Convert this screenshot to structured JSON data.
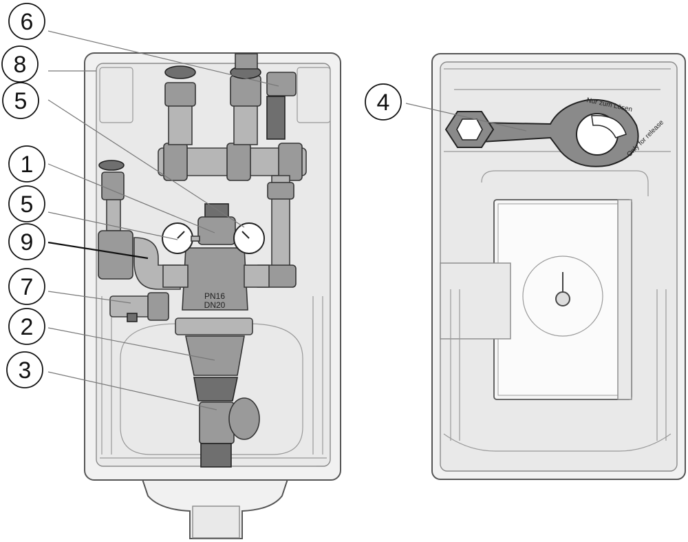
{
  "callouts": [
    {
      "id": "c6",
      "label": "6"
    },
    {
      "id": "c8",
      "label": "8"
    },
    {
      "id": "c5a",
      "label": "5"
    },
    {
      "id": "c1",
      "label": "1"
    },
    {
      "id": "c5b",
      "label": "5"
    },
    {
      "id": "c9",
      "label": "9"
    },
    {
      "id": "c7",
      "label": "7"
    },
    {
      "id": "c2",
      "label": "2"
    },
    {
      "id": "c3",
      "label": "3"
    },
    {
      "id": "c4",
      "label": "4"
    }
  ],
  "imprints": {
    "pressure_rating": "PN16",
    "nominal_size": "DN20",
    "wrench_text_1": "Nur zum Lösen",
    "wrench_text_2": "Only for release"
  }
}
